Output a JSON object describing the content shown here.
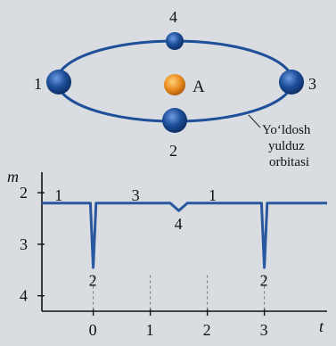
{
  "diagram": {
    "stars": [
      {
        "label": "1",
        "color": "#1d4f9a"
      },
      {
        "label": "4",
        "color": "#1d4f9a"
      },
      {
        "label": "3",
        "color": "#1d4f9a"
      },
      {
        "label": "2",
        "color": "#1d4f9a"
      }
    ],
    "main_star": {
      "label": "A",
      "color": "#e98c1f"
    },
    "orbit_label_lines": [
      "Yo‘ldosh",
      "yulduz",
      "orbitasi"
    ],
    "orbit_color": "#1f4f99"
  },
  "chart_data": {
    "type": "line",
    "ylabel": "m",
    "xlabel": "t",
    "x_ticks": [
      "0",
      "1",
      "2",
      "3"
    ],
    "y_ticks": [
      "2",
      "3",
      "4"
    ],
    "ylim": [
      1.6,
      4.3
    ],
    "xlim": [
      -0.9,
      4.1
    ],
    "series": [
      {
        "color": "#2a58a0",
        "x": [
          -0.9,
          -0.05,
          0.0,
          0.05,
          1.35,
          1.5,
          1.65,
          2.95,
          3.0,
          3.05,
          4.1
        ],
        "y": [
          2.2,
          2.2,
          3.45,
          2.2,
          2.2,
          2.35,
          2.2,
          2.2,
          3.45,
          2.2,
          2.2
        ]
      }
    ],
    "annotations": [
      {
        "text": "1",
        "x": -0.6,
        "y": 2.05
      },
      {
        "text": "3",
        "x": 0.75,
        "y": 2.05
      },
      {
        "text": "1",
        "x": 2.1,
        "y": 2.05
      },
      {
        "text": "4",
        "x": 1.5,
        "y": 2.6
      },
      {
        "text": "2",
        "x": 0.0,
        "y": 3.7
      },
      {
        "text": "2",
        "x": 3.0,
        "y": 3.7
      }
    ]
  }
}
